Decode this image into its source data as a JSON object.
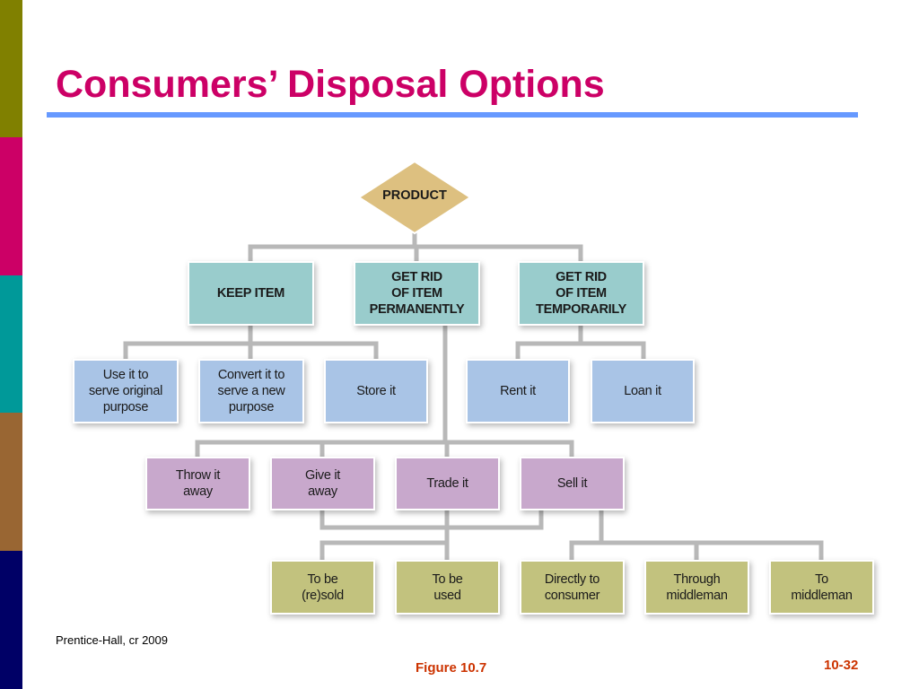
{
  "title": "Consumers’ Disposal Options",
  "colors": {
    "accent_title": "#CC0066",
    "rule": "#6699FF",
    "side_bar": [
      "#808000",
      "#CC0066",
      "#009999",
      "#996633",
      "#000066"
    ],
    "level1": "#99CCCC",
    "level2": "#A9C4E6",
    "level3": "#C8A8CC",
    "level4": "#C2C27E",
    "root": "#DDC080"
  },
  "diagram": {
    "root": "PRODUCT",
    "level1": [
      "KEEP ITEM",
      "GET RID\nOF ITEM\nPERMANENTLY",
      "GET RID\nOF ITEM\nTEMPORARILY"
    ],
    "level2": [
      "Use it to\nserve original\npurpose",
      "Convert it to\nserve a new\npurpose",
      "Store it",
      "Rent it",
      "Loan it"
    ],
    "level3": [
      "Throw it\naway",
      "Give it\naway",
      "Trade it",
      "Sell it"
    ],
    "level4": [
      "To be\n(re)sold",
      "To be\nused",
      "Directly to\nconsumer",
      "Through\nmiddleman",
      "To\nmiddleman"
    ]
  },
  "footer": {
    "credit": "Prentice-Hall, cr 2009",
    "figure": "Figure 10.7",
    "page": "10-32"
  }
}
